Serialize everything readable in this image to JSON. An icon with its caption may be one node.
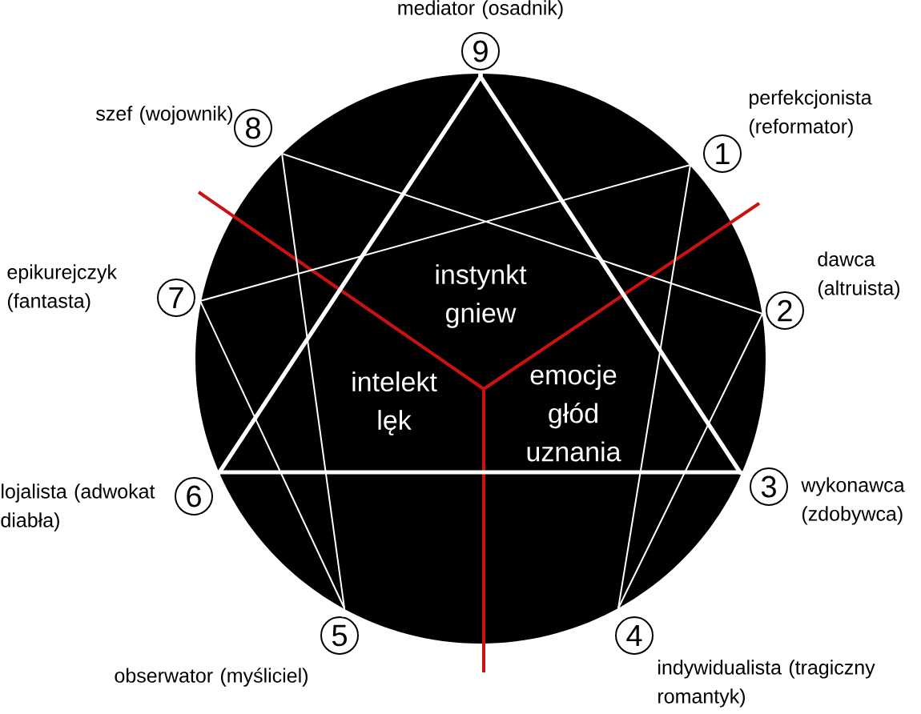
{
  "diagram": {
    "nodes": [
      {
        "text": [
          "1"
        ],
        "beside": [
          "perfekcjonista (reformator)"
        ]
      },
      {
        "text": [
          "2"
        ],
        "beside": [
          "dawca (altruista)"
        ]
      },
      {
        "text": [
          "3"
        ],
        "beside": [
          "wykonawca (zdobywca)"
        ]
      },
      {
        "text": [
          "4"
        ],
        "beside": [
          "indywidualista (tragiczny romantyk)"
        ]
      },
      {
        "text": [
          "5"
        ],
        "beside": [
          "obserwator (myśliciel)"
        ]
      },
      {
        "text": [
          "6"
        ],
        "beside": [
          "lojalista (adwokat diabła)"
        ]
      },
      {
        "text": [
          "7"
        ],
        "beside": [
          "epikurejczyk (fantasta)"
        ]
      },
      {
        "text": [
          "8"
        ],
        "beside": [
          "szef (wojownik)"
        ]
      },
      {
        "text": [
          "9"
        ],
        "beside": [
          "mediator (osadnik)"
        ]
      }
    ],
    "edges": [
      {
        "from": 8,
        "to": 2,
        "arrow": "none",
        "style": "thick"
      },
      {
        "from": 2,
        "to": 5,
        "arrow": "none",
        "style": "thick"
      },
      {
        "from": 5,
        "to": 8,
        "arrow": "none",
        "style": "thick"
      },
      {
        "from": 0,
        "to": 3,
        "arrow": "none"
      },
      {
        "from": 3,
        "to": 1,
        "arrow": "none"
      },
      {
        "from": 1,
        "to": 7,
        "arrow": "none"
      },
      {
        "from": 7,
        "to": 4,
        "arrow": "none"
      },
      {
        "from": 4,
        "to": 6,
        "arrow": "none"
      },
      {
        "from": 6,
        "to": 0,
        "arrow": "none"
      }
    ],
    "labels": [
      "instynkt gniew",
      "intelekt lęk",
      "emocje głód uznania"
    ]
  }
}
